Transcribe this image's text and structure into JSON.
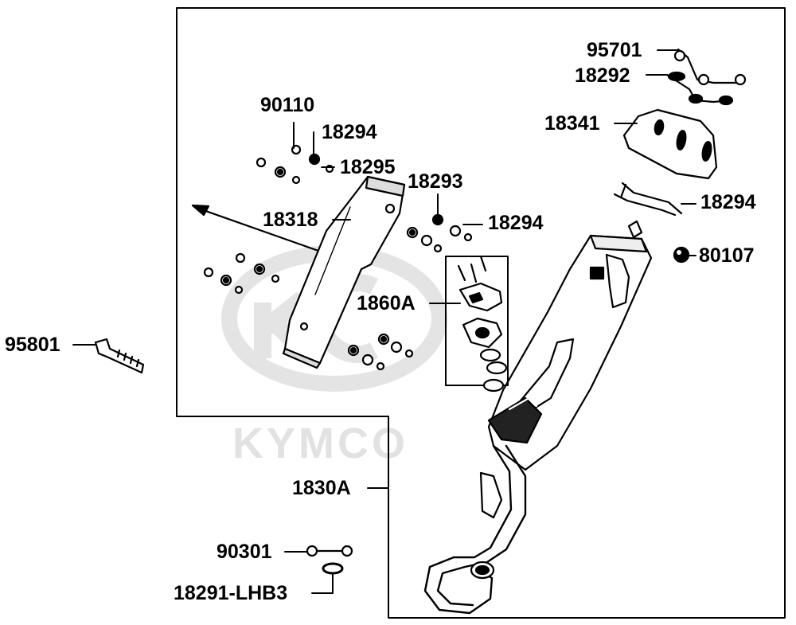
{
  "watermark": {
    "brand": "KYMCO"
  },
  "callouts": [
    {
      "id": "95701",
      "text": "95701"
    },
    {
      "id": "18292",
      "text": "18292"
    },
    {
      "id": "90110",
      "text": "90110"
    },
    {
      "id": "18294-a",
      "text": "18294"
    },
    {
      "id": "18295",
      "text": "18295"
    },
    {
      "id": "18341",
      "text": "18341"
    },
    {
      "id": "18293",
      "text": "18293"
    },
    {
      "id": "18294-b",
      "text": "18294"
    },
    {
      "id": "18318",
      "text": "18318"
    },
    {
      "id": "18294-c",
      "text": "18294"
    },
    {
      "id": "80107",
      "text": "80107"
    },
    {
      "id": "1860A",
      "text": "1860A"
    },
    {
      "id": "95801",
      "text": "95801"
    },
    {
      "id": "1830A",
      "text": "1830A"
    },
    {
      "id": "90301",
      "text": "90301"
    },
    {
      "id": "18291-LHB3",
      "text": "18291-LHB3"
    }
  ],
  "colors": {
    "line": "#000000",
    "part_fill": "#ffffff",
    "dark_fill": "#1a1a1a",
    "watermark": "#e2e2e2"
  }
}
